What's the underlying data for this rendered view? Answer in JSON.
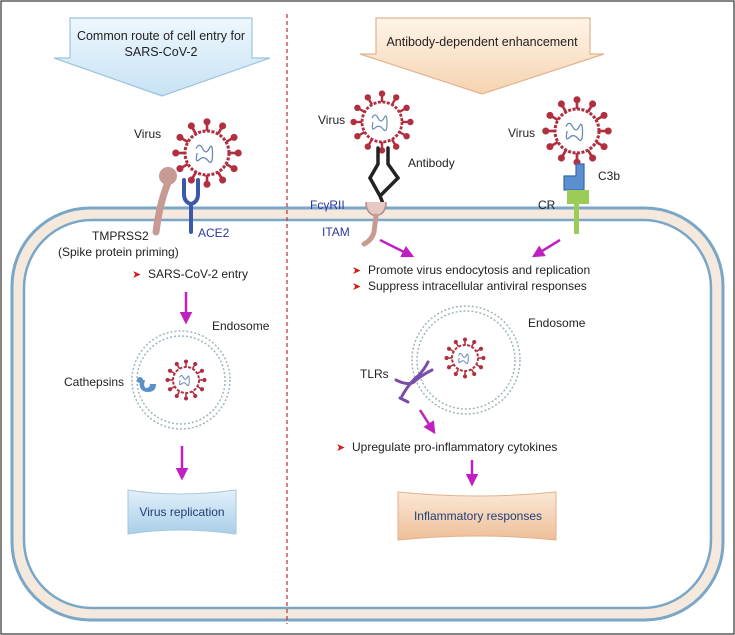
{
  "left_panel": {
    "header_line1": "Common route of cell entry for",
    "header_line2": "SARS-CoV-2",
    "virus_label": "Virus",
    "tmprss2_label": "TMPRSS2",
    "spike_label": "(Spike protein priming)",
    "ace2_label": "ACE2",
    "entry_bullet": "SARS-CoV-2 entry",
    "endosome_label": "Endosome",
    "cathepsins_label": "Cathepsins",
    "result_label": "Virus replication"
  },
  "right_panel": {
    "header": "Antibody-dependent enhancement",
    "virus_label_1": "Virus",
    "antibody_label": "Antibody",
    "fcgr_label": "FcγRII",
    "itam_label": "ITAM",
    "virus_label_2": "Virus",
    "c3b_label": "C3b",
    "cr_label": "CR",
    "bullet_1": "Promote virus endocytosis and replication",
    "bullet_2": "Suppress intracellular antiviral responses",
    "endosome_label": "Endosome",
    "tlrs_label": "TLRs",
    "bullet_3": "Upregulate pro-inflammatory cytokines",
    "result_label": "Inflammatory responses"
  },
  "colors": {
    "arrow": "#c020c0",
    "bullet": "#d02020",
    "virus": "#b03040",
    "membrane_outer": "#7aa6c8",
    "membrane_fill": "#f6ece0",
    "left_header_fill": "#d8ecf8",
    "right_header_fill": "#fbe4cc",
    "left_result_fill": "#c6e0f2",
    "right_result_fill": "#f6d6b8",
    "divider": "#c03030"
  }
}
